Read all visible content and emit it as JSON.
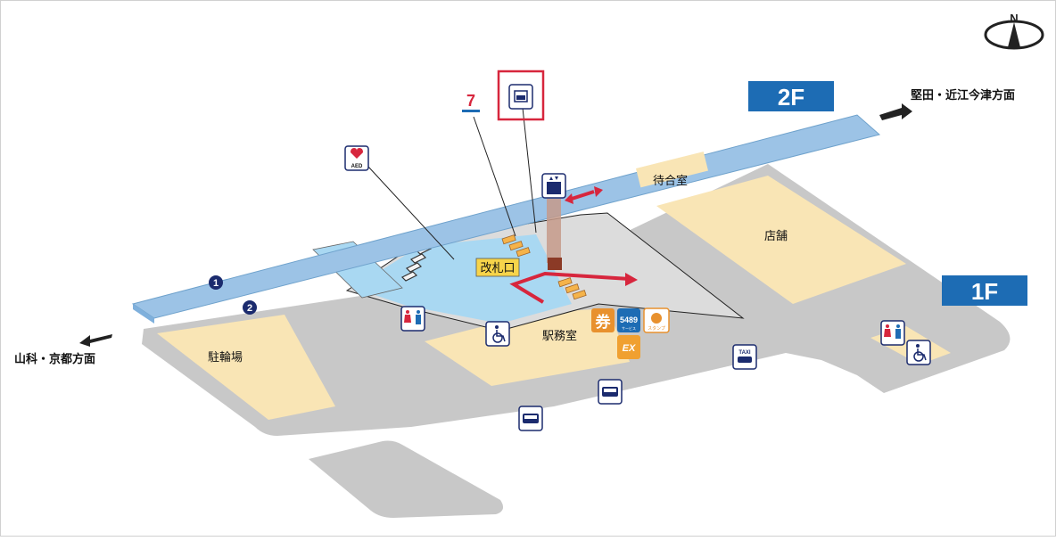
{
  "map": {
    "floors": {
      "upper": "2F",
      "lower": "1F"
    },
    "directions": {
      "east": "堅田・近江今津方面",
      "west": "山科・京都方面"
    },
    "rooms": {
      "waiting_room": "待合室",
      "shop": "店舗",
      "ticket_gate": "改札口",
      "station_office": "駅務室",
      "bicycle_parking": "駐輪場"
    },
    "platforms": [
      "1",
      "2"
    ],
    "compass": "N",
    "icon_labels": {
      "aed": "AED",
      "ticket": "券",
      "service_5489": "5489",
      "service_5489_sub": "サービス",
      "stamp": "スタンプ",
      "ex": "EX",
      "taxi": "TAXI",
      "convenience_store": "7"
    },
    "icons": [
      "aed-icon",
      "convenience-store-icon",
      "waiting-area-icon",
      "elevator-icon",
      "restroom-icon",
      "wheelchair-icon",
      "ticket-icon",
      "service-5489-icon",
      "stamp-icon",
      "ex-icon",
      "taxi-icon",
      "bus-icon",
      "compass-icon"
    ],
    "colors": {
      "platform": "#9cc3e6",
      "concourse": "#a9d8f2",
      "ground": "#c8c8c8",
      "room": "#f9e5b5",
      "floor_label": "#1d6cb4",
      "highlight": "#d7263d",
      "arrow": "#d7263d"
    }
  }
}
